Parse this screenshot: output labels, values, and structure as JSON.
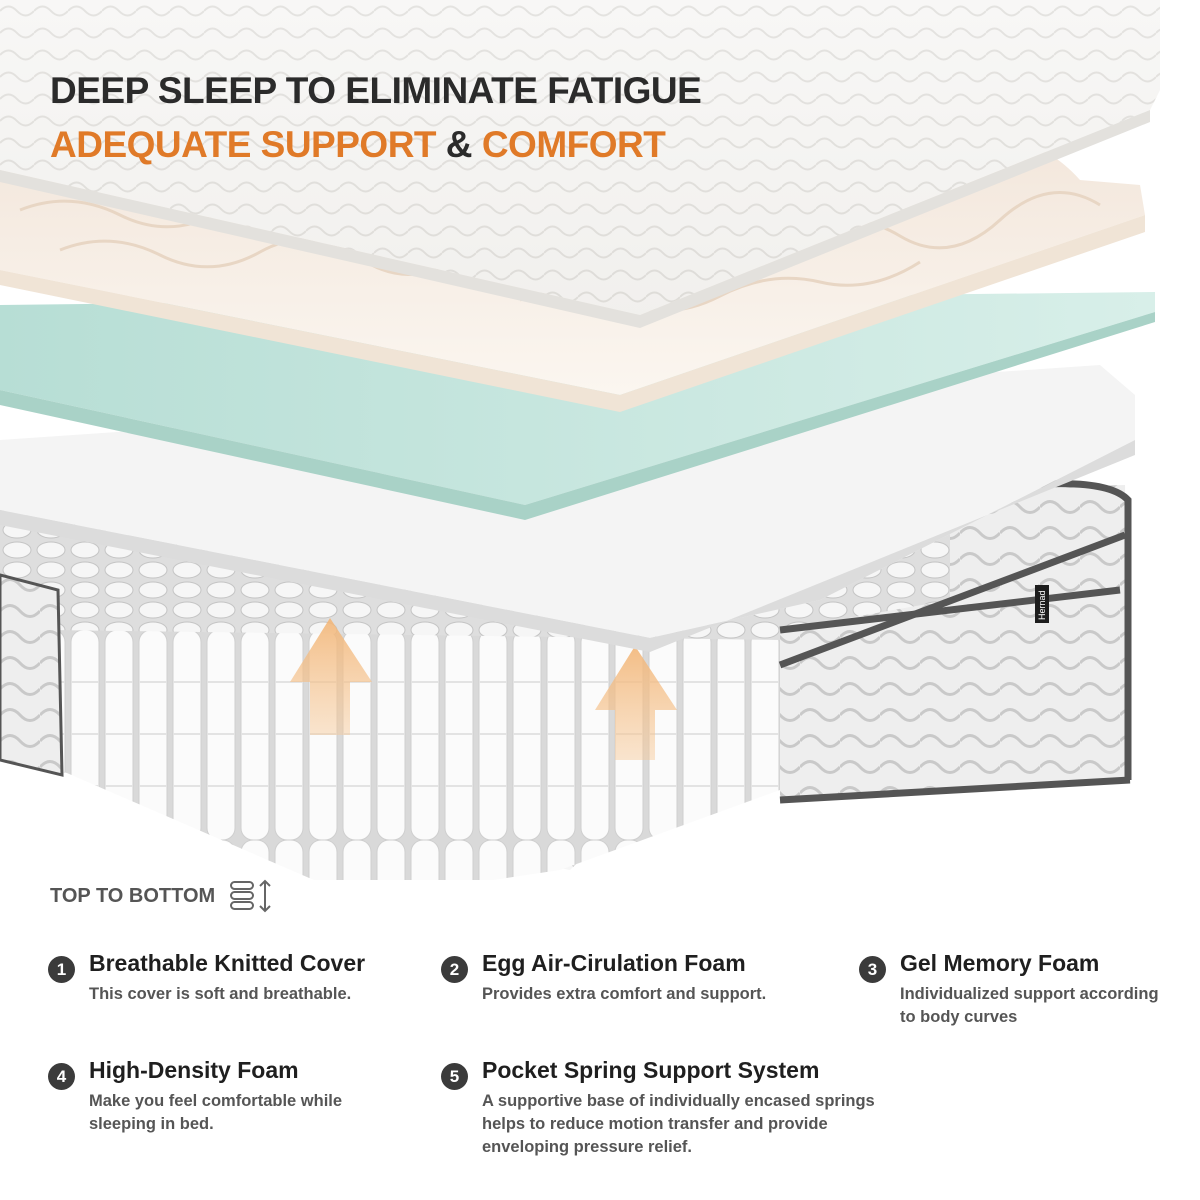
{
  "headline": {
    "line1": "DEEP SLEEP TO ELIMINATE FATIGUE",
    "line2_part1": "ADEQUATE SUPPORT",
    "line2_amp": "&",
    "line2_part2": "COMFORT"
  },
  "colors": {
    "accent": "#e07a28",
    "dark": "#2b2b2b",
    "gel": "#bfe3da"
  },
  "brand_tag": "Hernad",
  "top_to_bottom": {
    "label": "TOP TO BOTTOM",
    "icon": "layers-updown-icon"
  },
  "features": [
    {
      "num": "1",
      "title": "Breathable Knitted Cover",
      "desc": "This cover is soft and breathable."
    },
    {
      "num": "2",
      "title": "Egg Air-Cirulation Foam",
      "desc": "Provides extra comfort and support."
    },
    {
      "num": "3",
      "title": "Gel Memory Foam",
      "desc": "Individualized support according to body curves"
    },
    {
      "num": "4",
      "title": "High-Density Foam",
      "desc": "Make you feel comfortable while sleeping in bed."
    },
    {
      "num": "5",
      "title": "Pocket Spring Support System",
      "desc": "A supportive base of individually encased springs helps to reduce motion transfer and provide enveloping pressure relief."
    }
  ]
}
